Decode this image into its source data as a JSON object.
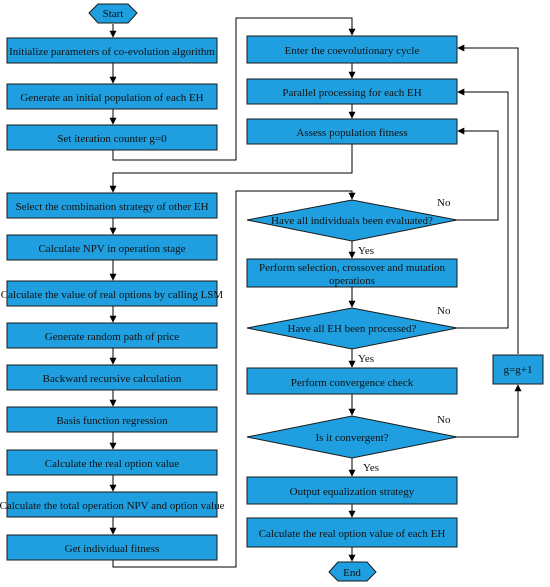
{
  "nodes": {
    "start": "Start",
    "init_params": "Initialize parameters of co-evolution algorithm",
    "gen_pop": "Generate an initial population of each EH",
    "set_iter": "Set iteration counter g=0",
    "select_combo": "Select the combination strategy of other EH",
    "calc_npv": "Calculate NPV in operation stage",
    "calc_real_options_lsm": "Calculate the value of real options by calling LSM",
    "gen_random_path": "Generate random path of price",
    "backward_recursive": "Backward recursive calculation",
    "basis_regression": "Basis function regression",
    "calc_real_option_value": "Calculate the real option value",
    "calc_total": "Calculate the total operation NPV and option value",
    "get_fitness": "Get individual fitness",
    "enter_cycle": "Enter the coevolutionary cycle",
    "parallel": "Parallel processing for each EH",
    "assess": "Assess population fitness",
    "all_evaluated": "Have all individuals been evaluated?",
    "perform_sel_1": "Perform selection, crossover and mutation",
    "perform_sel_2": "operations",
    "all_eh_processed": "Have all EH been processed?",
    "convergence_check": "Perform convergence check",
    "is_convergent": "Is it convergent?",
    "output_strategy": "Output equalization strategy",
    "calc_each_eh": "Calculate the real option value of each EH",
    "end": "End",
    "increment": "g=g+1"
  },
  "labels": {
    "yes": "Yes",
    "no": "No"
  }
}
